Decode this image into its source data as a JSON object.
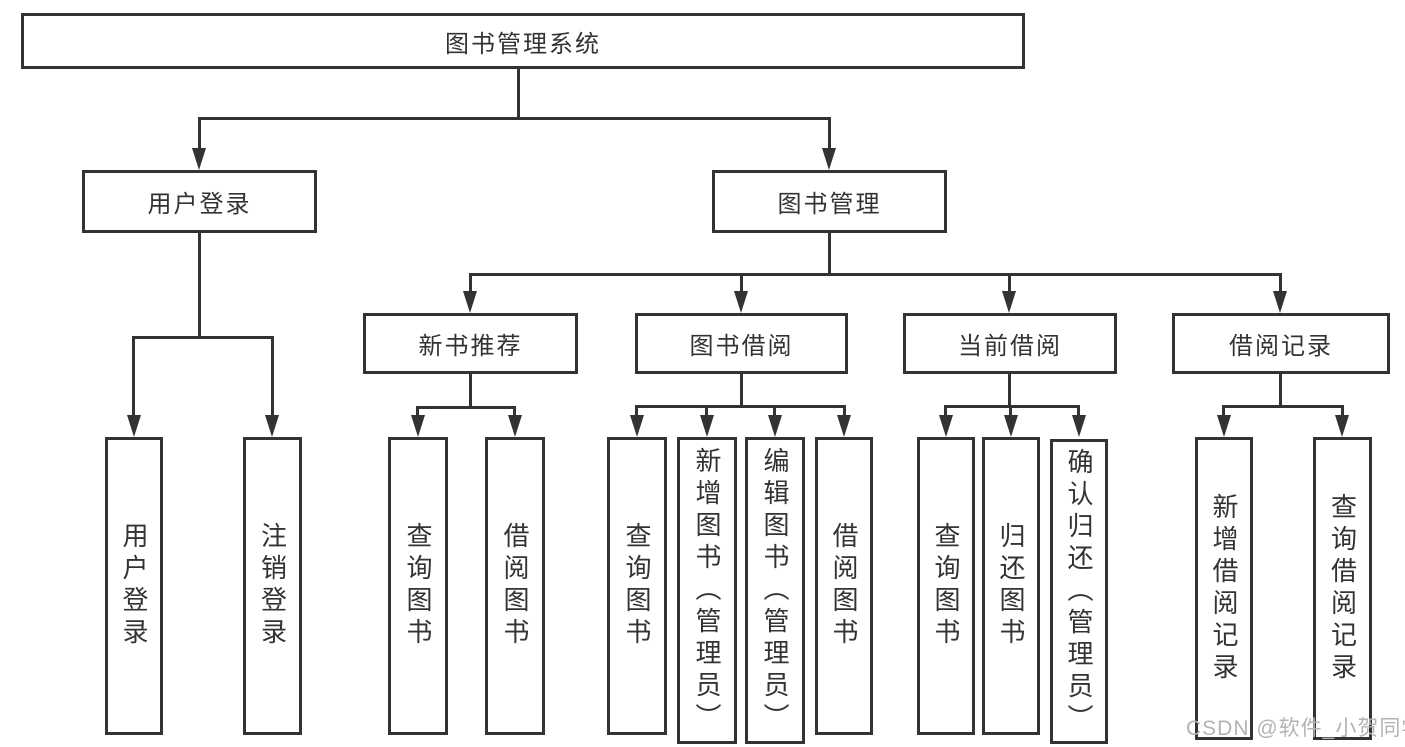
{
  "nodes": {
    "root": "图书管理系统",
    "l2": [
      "用户登录",
      "图书管理"
    ],
    "l3": [
      "新书推荐",
      "图书借阅",
      "当前借阅",
      "借阅记录"
    ],
    "l4_user": [
      "用户登录",
      "注销登录"
    ],
    "l4_newbook": [
      "查询图书",
      "借阅图书"
    ],
    "l4_borrow": [
      "查询图书",
      "新增图书（管理员）",
      "编辑图书（管理员）",
      "借阅图书"
    ],
    "l4_current": [
      "查询图书",
      "归还图书",
      "确认归还（管理员）"
    ],
    "l4_record": [
      "新增借阅记录",
      "查询借阅记录"
    ]
  },
  "watermark": "CSDN @软件_小贺同学",
  "colors": {
    "line": "#333333",
    "box_background": "#ffffff",
    "text": "#333333",
    "watermark": "#b3b3b3"
  }
}
